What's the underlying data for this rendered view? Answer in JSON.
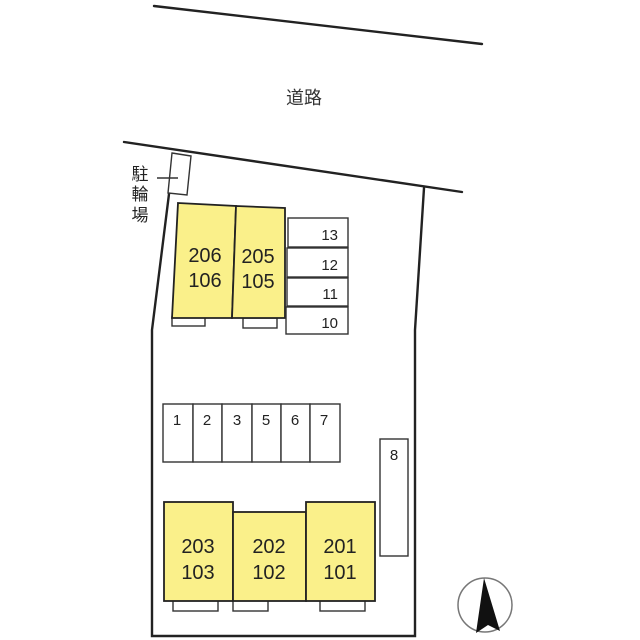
{
  "road": {
    "label": "道路"
  },
  "bicycle_parking": {
    "label_chars": [
      "駐",
      "輪",
      "場"
    ]
  },
  "colors": {
    "building_fill": "#FAF08A",
    "line": "#222222",
    "background": "#FFFFFF"
  },
  "buildings": [
    {
      "id": "bldg-206",
      "upper": "206",
      "lower": "106"
    },
    {
      "id": "bldg-205",
      "upper": "205",
      "lower": "105"
    },
    {
      "id": "bldg-203",
      "upper": "203",
      "lower": "103"
    },
    {
      "id": "bldg-202",
      "upper": "202",
      "lower": "102"
    },
    {
      "id": "bldg-201",
      "upper": "201",
      "lower": "101"
    }
  ],
  "parking": {
    "right_stack": [
      "13",
      "12",
      "11",
      "10"
    ],
    "middle_row": [
      "1",
      "2",
      "3",
      "5",
      "6",
      "7"
    ],
    "side": "8"
  },
  "compass": {
    "icon": "north-arrow-icon"
  }
}
